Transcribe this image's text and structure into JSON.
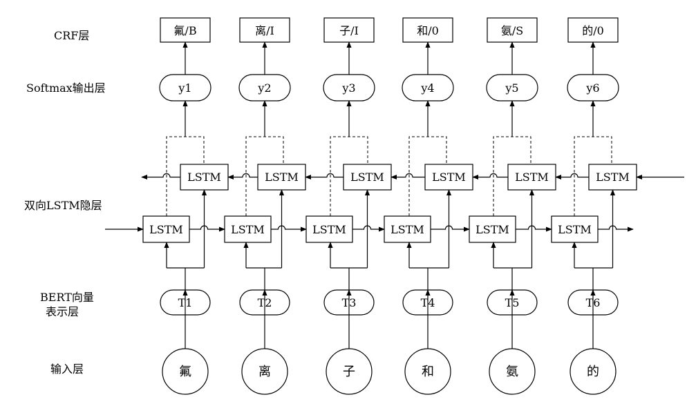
{
  "layers": {
    "crf": "CRF层",
    "softmax": "Softmax输出层",
    "bilstm": "双向LSTM隐层",
    "bert_line1": "BERT向量",
    "bert_line2": "表示层",
    "input": "输入层"
  },
  "columns": [
    {
      "input": "氟",
      "embedding": "T1",
      "lstm_forward": "LSTM",
      "lstm_backward": "LSTM",
      "output": "y1",
      "crf_tag": "氟/B"
    },
    {
      "input": "离",
      "embedding": "T2",
      "lstm_forward": "LSTM",
      "lstm_backward": "LSTM",
      "output": "y2",
      "crf_tag": "离/I"
    },
    {
      "input": "子",
      "embedding": "T3",
      "lstm_forward": "LSTM",
      "lstm_backward": "LSTM",
      "output": "y3",
      "crf_tag": "子/I"
    },
    {
      "input": "和",
      "embedding": "T4",
      "lstm_forward": "LSTM",
      "lstm_backward": "LSTM",
      "output": "y4",
      "crf_tag": "和/0"
    },
    {
      "input": "氨",
      "embedding": "T5",
      "lstm_forward": "LSTM",
      "lstm_backward": "LSTM",
      "output": "y5",
      "crf_tag": "氨/S"
    },
    {
      "input": "的",
      "embedding": "T6",
      "lstm_forward": "LSTM",
      "lstm_backward": "LSTM",
      "output": "y6",
      "crf_tag": "的/0"
    }
  ]
}
